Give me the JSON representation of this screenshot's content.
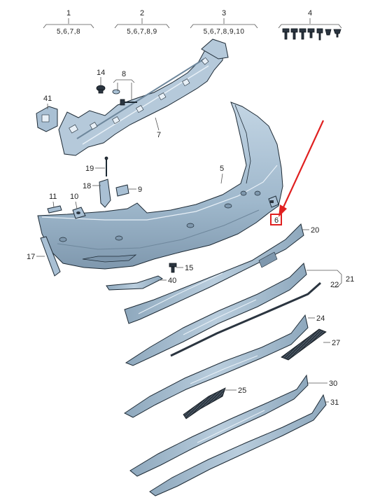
{
  "colors": {
    "part_fill": "#a9c0d4",
    "part_shade": "#7f98ae",
    "part_dark": "#2b3540",
    "line": "#1d2a35",
    "highlight": "#e02020"
  },
  "header_groups": [
    {
      "number": "1",
      "subparts": "5,6,7,8"
    },
    {
      "number": "2",
      "subparts": "5,6,7,8,9"
    },
    {
      "number": "3",
      "subparts": "5,6,7,8,9,10"
    },
    {
      "number": "4",
      "subparts": ""
    }
  ],
  "callouts": {
    "c5": "5",
    "c6": "6",
    "c7": "7",
    "c8": "8",
    "c9": "9",
    "c10": "10",
    "c11": "11",
    "c14": "14",
    "c15": "15",
    "c17": "17",
    "c18": "18",
    "c19": "19",
    "c20": "20",
    "c21": "21",
    "c22": "22",
    "c24": "24",
    "c25": "25",
    "c27": "27",
    "c30": "30",
    "c31": "31",
    "c40": "40",
    "c41": "41"
  }
}
